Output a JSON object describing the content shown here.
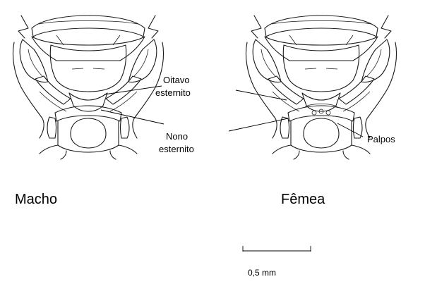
{
  "labels": {
    "oitavo_line1": "Oitavo",
    "oitavo_line2": "esternito",
    "nono_line1": "Nono",
    "nono_line2": "esternito",
    "palpos": "Palpos"
  },
  "panels": {
    "male": "Macho",
    "female": "Fêmea"
  },
  "scale_bar": {
    "text": "0,5 mm"
  },
  "colors": {
    "ink": "#1a1a1a",
    "background": "#ffffff"
  }
}
